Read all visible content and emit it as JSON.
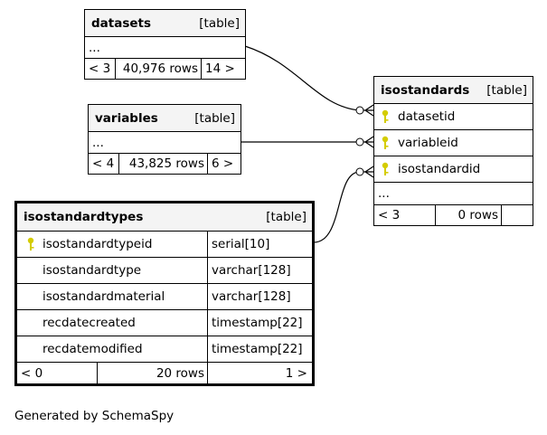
{
  "tables": {
    "datasets": {
      "name": "datasets",
      "tag": "[table]",
      "ellipsis": "...",
      "stats": [
        "< 3",
        "40,976 rows",
        "14 >"
      ]
    },
    "variables": {
      "name": "variables",
      "tag": "[table]",
      "ellipsis": "...",
      "stats": [
        "< 4",
        "43,825 rows",
        "6 >"
      ]
    },
    "isostandards": {
      "name": "isostandards",
      "tag": "[table]",
      "columns": [
        "datasetid",
        "variableid",
        "isostandardid"
      ],
      "ellipsis": "...",
      "stats": [
        "< 3",
        "0 rows",
        ""
      ]
    },
    "isostandardtypes": {
      "name": "isostandardtypes",
      "tag": "[table]",
      "columns": [
        {
          "name": "isostandardtypeid",
          "type": "serial[10]",
          "key": true
        },
        {
          "name": "isostandardtype",
          "type": "varchar[128]",
          "key": false
        },
        {
          "name": "isostandardmaterial",
          "type": "varchar[128]",
          "key": false
        },
        {
          "name": "recdatecreated",
          "type": "timestamp[22]",
          "key": false
        },
        {
          "name": "recdatemodified",
          "type": "timestamp[22]",
          "key": false
        }
      ],
      "stats": [
        "< 0",
        "20 rows",
        "1 >"
      ]
    }
  },
  "footer": "Generated by SchemaSpy",
  "colors": {
    "key": "#d4cc00",
    "header_bg": "#f4f4f4"
  }
}
